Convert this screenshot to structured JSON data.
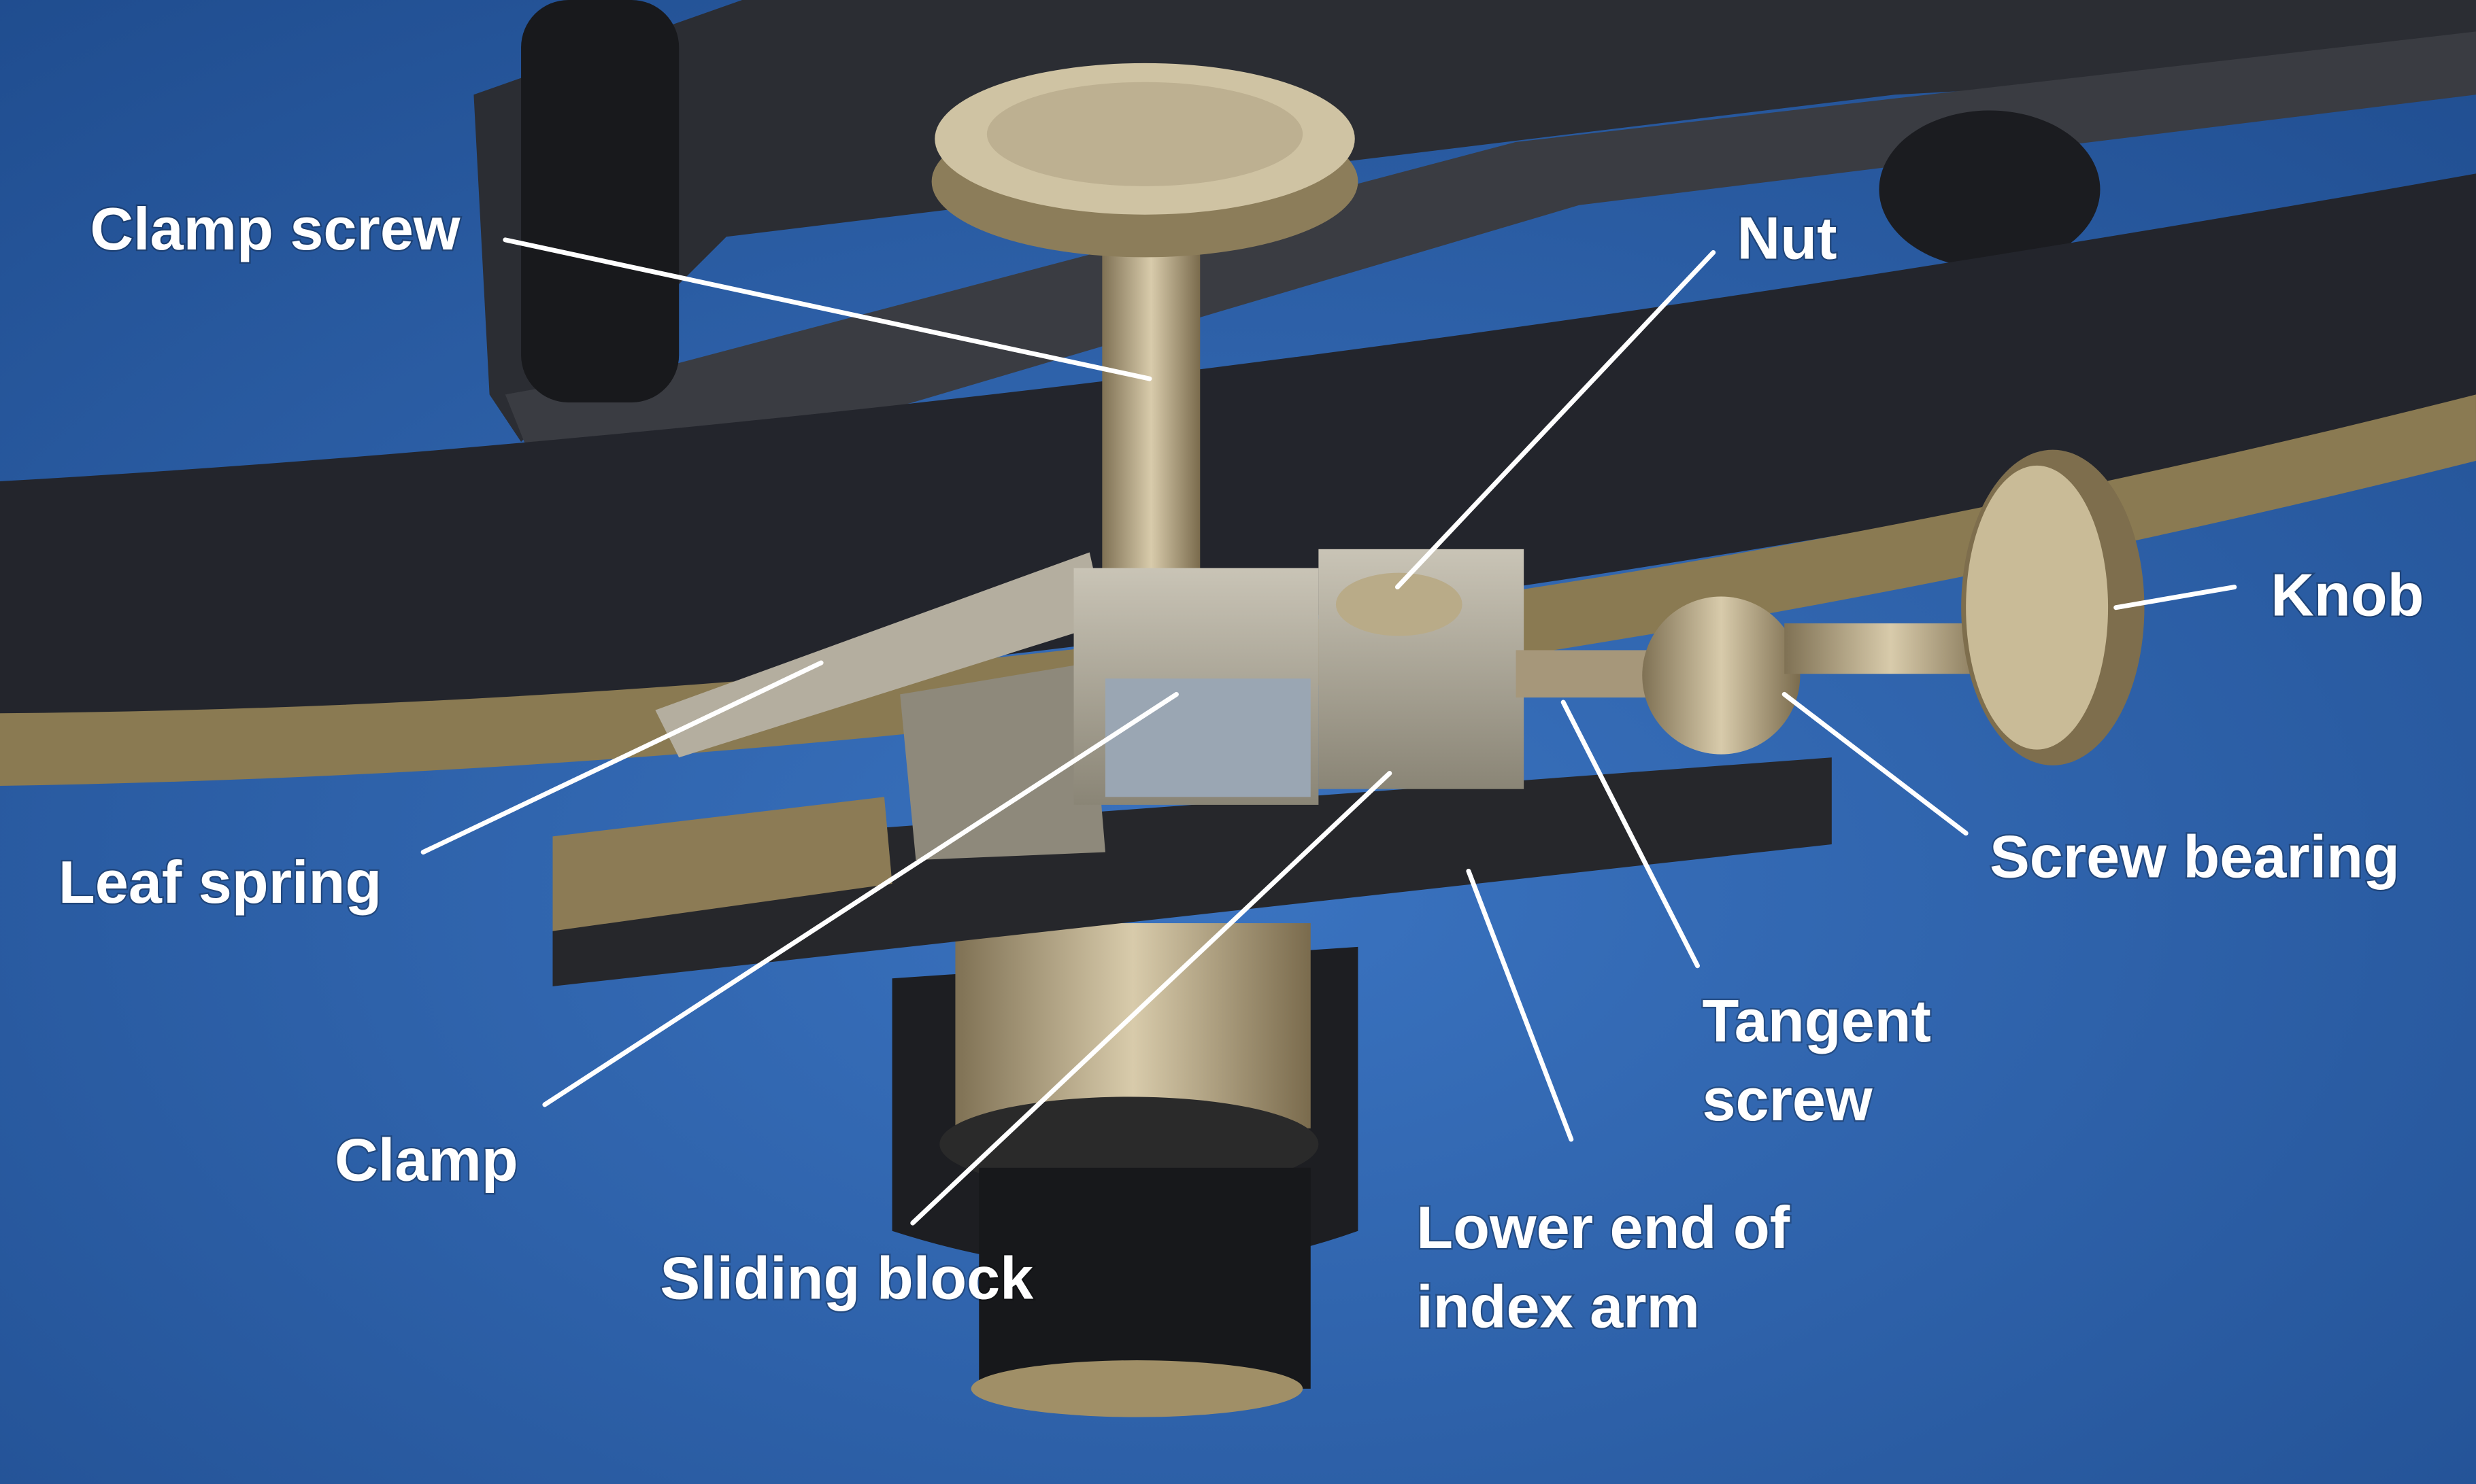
{
  "title": "Sextant index arm tangent screw mechanism",
  "labels": [
    {
      "id": "clamp-screw",
      "lines": [
        "Clamp screw"
      ]
    },
    {
      "id": "nut",
      "lines": [
        "Nut"
      ]
    },
    {
      "id": "knob",
      "lines": [
        "Knob"
      ]
    },
    {
      "id": "screw-bearing",
      "lines": [
        "Screw bearing"
      ]
    },
    {
      "id": "leaf-spring",
      "lines": [
        "Leaf spring"
      ]
    },
    {
      "id": "tangent-screw",
      "lines": [
        "Tangent",
        "screw"
      ]
    },
    {
      "id": "clamp",
      "lines": [
        "Clamp"
      ]
    },
    {
      "id": "lower-end-of-index-arm",
      "lines": [
        "Lower end of",
        "index arm"
      ]
    },
    {
      "id": "sliding-block",
      "lines": [
        "Sliding block"
      ]
    }
  ],
  "colors": {
    "cloth": "#2a5ea6",
    "frame": "#23252c",
    "brass": "#b3a27a",
    "label": "#ffffff"
  }
}
